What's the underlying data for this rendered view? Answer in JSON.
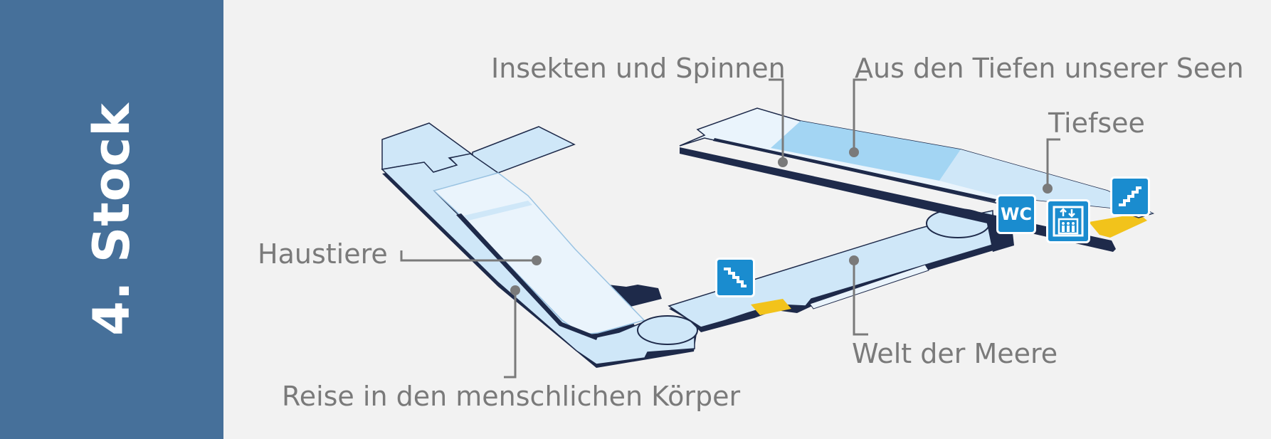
{
  "floor": {
    "title": "4. Stock"
  },
  "labels": {
    "insekten": "Insekten und Spinnen",
    "seen": "Aus den Tiefen unserer Seen",
    "tiefsee": "Tiefsee",
    "haustiere": "Haustiere",
    "meere": "Welt der Meere",
    "koerper": "Reise in den menschlichen Körper"
  },
  "icons": {
    "wc": "WC",
    "stairs_left": "stairs-icon",
    "stairs_right": "stairs-icon",
    "elevator": "elevator-icon"
  },
  "colors": {
    "sidebar": "#46709a",
    "floor_light": "#cfe7f8",
    "floor_pale": "#eaf4fc",
    "floor_highlight": "#a3d5f3",
    "outline": "#1e2a4a",
    "icon_blue": "#1a8ccf",
    "stairs_yellow": "#f2c31b",
    "leader": "#7a7a7a"
  }
}
